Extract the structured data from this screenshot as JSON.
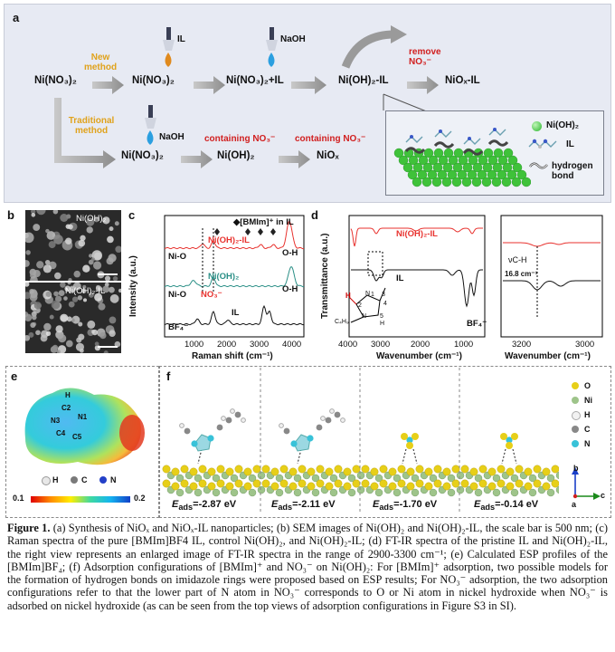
{
  "panel_a": {
    "label": "a",
    "start": "Ni(NO₃)₂",
    "new_method": [
      "New",
      "method"
    ],
    "traditional_method": [
      "Traditional",
      "method"
    ],
    "il_reagent": "IL",
    "naoh_reagent": "NaOH",
    "naoh_reagent_2": "NaOH",
    "step1": "Ni(NO₃)₂",
    "step2": "Ni(NO₃)₂+IL",
    "step3": "Ni(OH)₂-IL",
    "step4": "NiOₓ-IL",
    "remove": [
      "remove",
      "NO₃⁻"
    ],
    "trad_step1": "Ni(NO₃)₂",
    "trad_step2": "Ni(OH)₂",
    "trad_step3": "NiOₓ",
    "containing_1": "containing NO₃⁻",
    "containing_2": "containing NO₃⁻",
    "legend_nioh": "Ni(OH)₂",
    "legend_il": "IL",
    "legend_hbond": "hydrogen bond"
  },
  "panel_b": {
    "label": "b",
    "top_label": "Ni(OH)₂",
    "bottom_label": "Ni(OH)₂-IL"
  },
  "panel_c": {
    "label": "c",
    "legend_bmim": "◆[BMIm]⁺ in IL",
    "trace_top": "Ni(OH)₂-IL",
    "trace_mid": "Ni(OH)₂",
    "trace_bot": "IL",
    "nio_1": "Ni-O",
    "nio_2": "Ni-O",
    "oh_1": "O-H",
    "oh_2": "O-H",
    "no3": "NO₃⁻",
    "bf4": "BF₄⁻",
    "ylabel": "Intensity (a.u.)",
    "xlabel": "Raman  shift (cm⁻¹)",
    "xticks": [
      "1000",
      "2000",
      "3000",
      "4000"
    ]
  },
  "panel_d": {
    "label": "d",
    "trace_top": "Ni(OH)₂-IL",
    "trace_bot": "IL",
    "bf4": "BF₄⁻",
    "ylabel": "Transmittance (a.u.)",
    "xlabel": "Wavenumber (cm⁻¹)",
    "xticks": [
      "4000",
      "3000",
      "2000",
      "1000"
    ],
    "inset_x": [
      "3200",
      "3000"
    ],
    "inset_xlabel": "Wavenumber (cm⁻¹)",
    "vch": "νC-H",
    "shift": "16.8 cm⁻¹",
    "struct_labels": [
      "H",
      "2",
      "N",
      "1",
      "3",
      "N",
      "4",
      "5",
      "H",
      "C₄H₉"
    ]
  },
  "panel_e": {
    "label": "e",
    "atoms": [
      "H",
      "C2",
      "N3",
      "N1",
      "C4",
      "C5"
    ],
    "legend": [
      "H",
      "C",
      "N"
    ],
    "scale_min": "0.1",
    "scale_max": "0.2"
  },
  "panel_f": {
    "label": "f",
    "eads": [
      "-2.87 eV",
      "-2.11 eV",
      "-1.70 eV",
      "-0.14 eV"
    ],
    "eads_prefix": "E",
    "eads_sub": "ads",
    "legend": [
      "O",
      "Ni",
      "H",
      "C",
      "N"
    ],
    "axes": [
      "b",
      "c",
      "a"
    ]
  },
  "caption": {
    "lead": "Figure 1.",
    "text": " (a) Synthesis of NiOₓ and NiOₓ-IL nanoparticles; (b) SEM images of Ni(OH)₂ and Ni(OH)₂-IL, the scale bar is 500 nm; (c) Raman spectra of the pure [BMIm]BF4 IL, control Ni(OH)₂, and Ni(OH)₂-IL; (d) FT-IR spectra of the pristine IL and Ni(OH)₂-IL, the right view represents an enlarged image of FT-IR spectra in the range of 2900-3300 cm⁻¹; (e) Calculated ESP profiles of the [BMIm]BF₄; (f) Adsorption configurations of [BMIm]⁺ and NO₃⁻ on Ni(OH)₂: For [BMIm]⁺ adsorption, two possible models for the formation of hydrogen bonds on imidazole rings were proposed based on ESP results; For NO₃⁻ adsorption, the two adsorption configurations refer to that the lower part of N atom in NO₃⁻ corresponds to O or Ni atom in nickel hydroxide when NO₃⁻ is adsorbed on nickel hydroxide (as can be seen from the top views of adsorption configurations in Figure S3 in SI)."
  },
  "colors": {
    "red_trace": "#e8322e",
    "teal_trace": "#2a8f86",
    "gold": "#e0a21b",
    "panel_bg": "#e7eaf3"
  }
}
